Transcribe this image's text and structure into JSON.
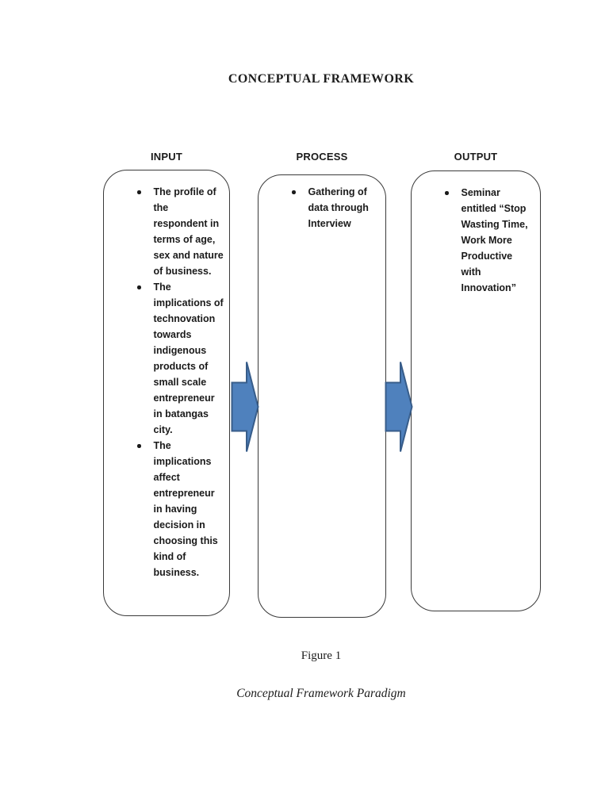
{
  "page": {
    "title": "CONCEPTUAL FRAMEWORK",
    "figure_label": "Figure 1",
    "figure_caption": "Conceptual Framework Paradigm",
    "background_color": "#ffffff",
    "text_color": "#1a1a1a"
  },
  "diagram": {
    "arrow": {
      "direction": "right",
      "fill": "#4f81bd",
      "border": "#385d8a"
    },
    "columns": [
      {
        "header": "INPUT",
        "bullets": [
          "The profile of\nthe\nrespondent in\nterms of age,\nsex and nature\nof business.",
          "The\nimplications of\ntechnovation\ntowards\nindigenous\nproducts of\nsmall scale\nentrepreneur\nin batangas\ncity.",
          "The\nimplications\naffect\nentrepreneur\nin having\ndecision in\nchoosing this\nkind of\nbusiness."
        ]
      },
      {
        "header": "PROCESS",
        "bullets": [
          "Gathering of\ndata through\nInterview"
        ]
      },
      {
        "header": "OUTPUT",
        "bullets": [
          "Seminar\nentitled “Stop\nWasting Time,\nWork More\nProductive\nwith\nInnovation”"
        ]
      }
    ]
  }
}
